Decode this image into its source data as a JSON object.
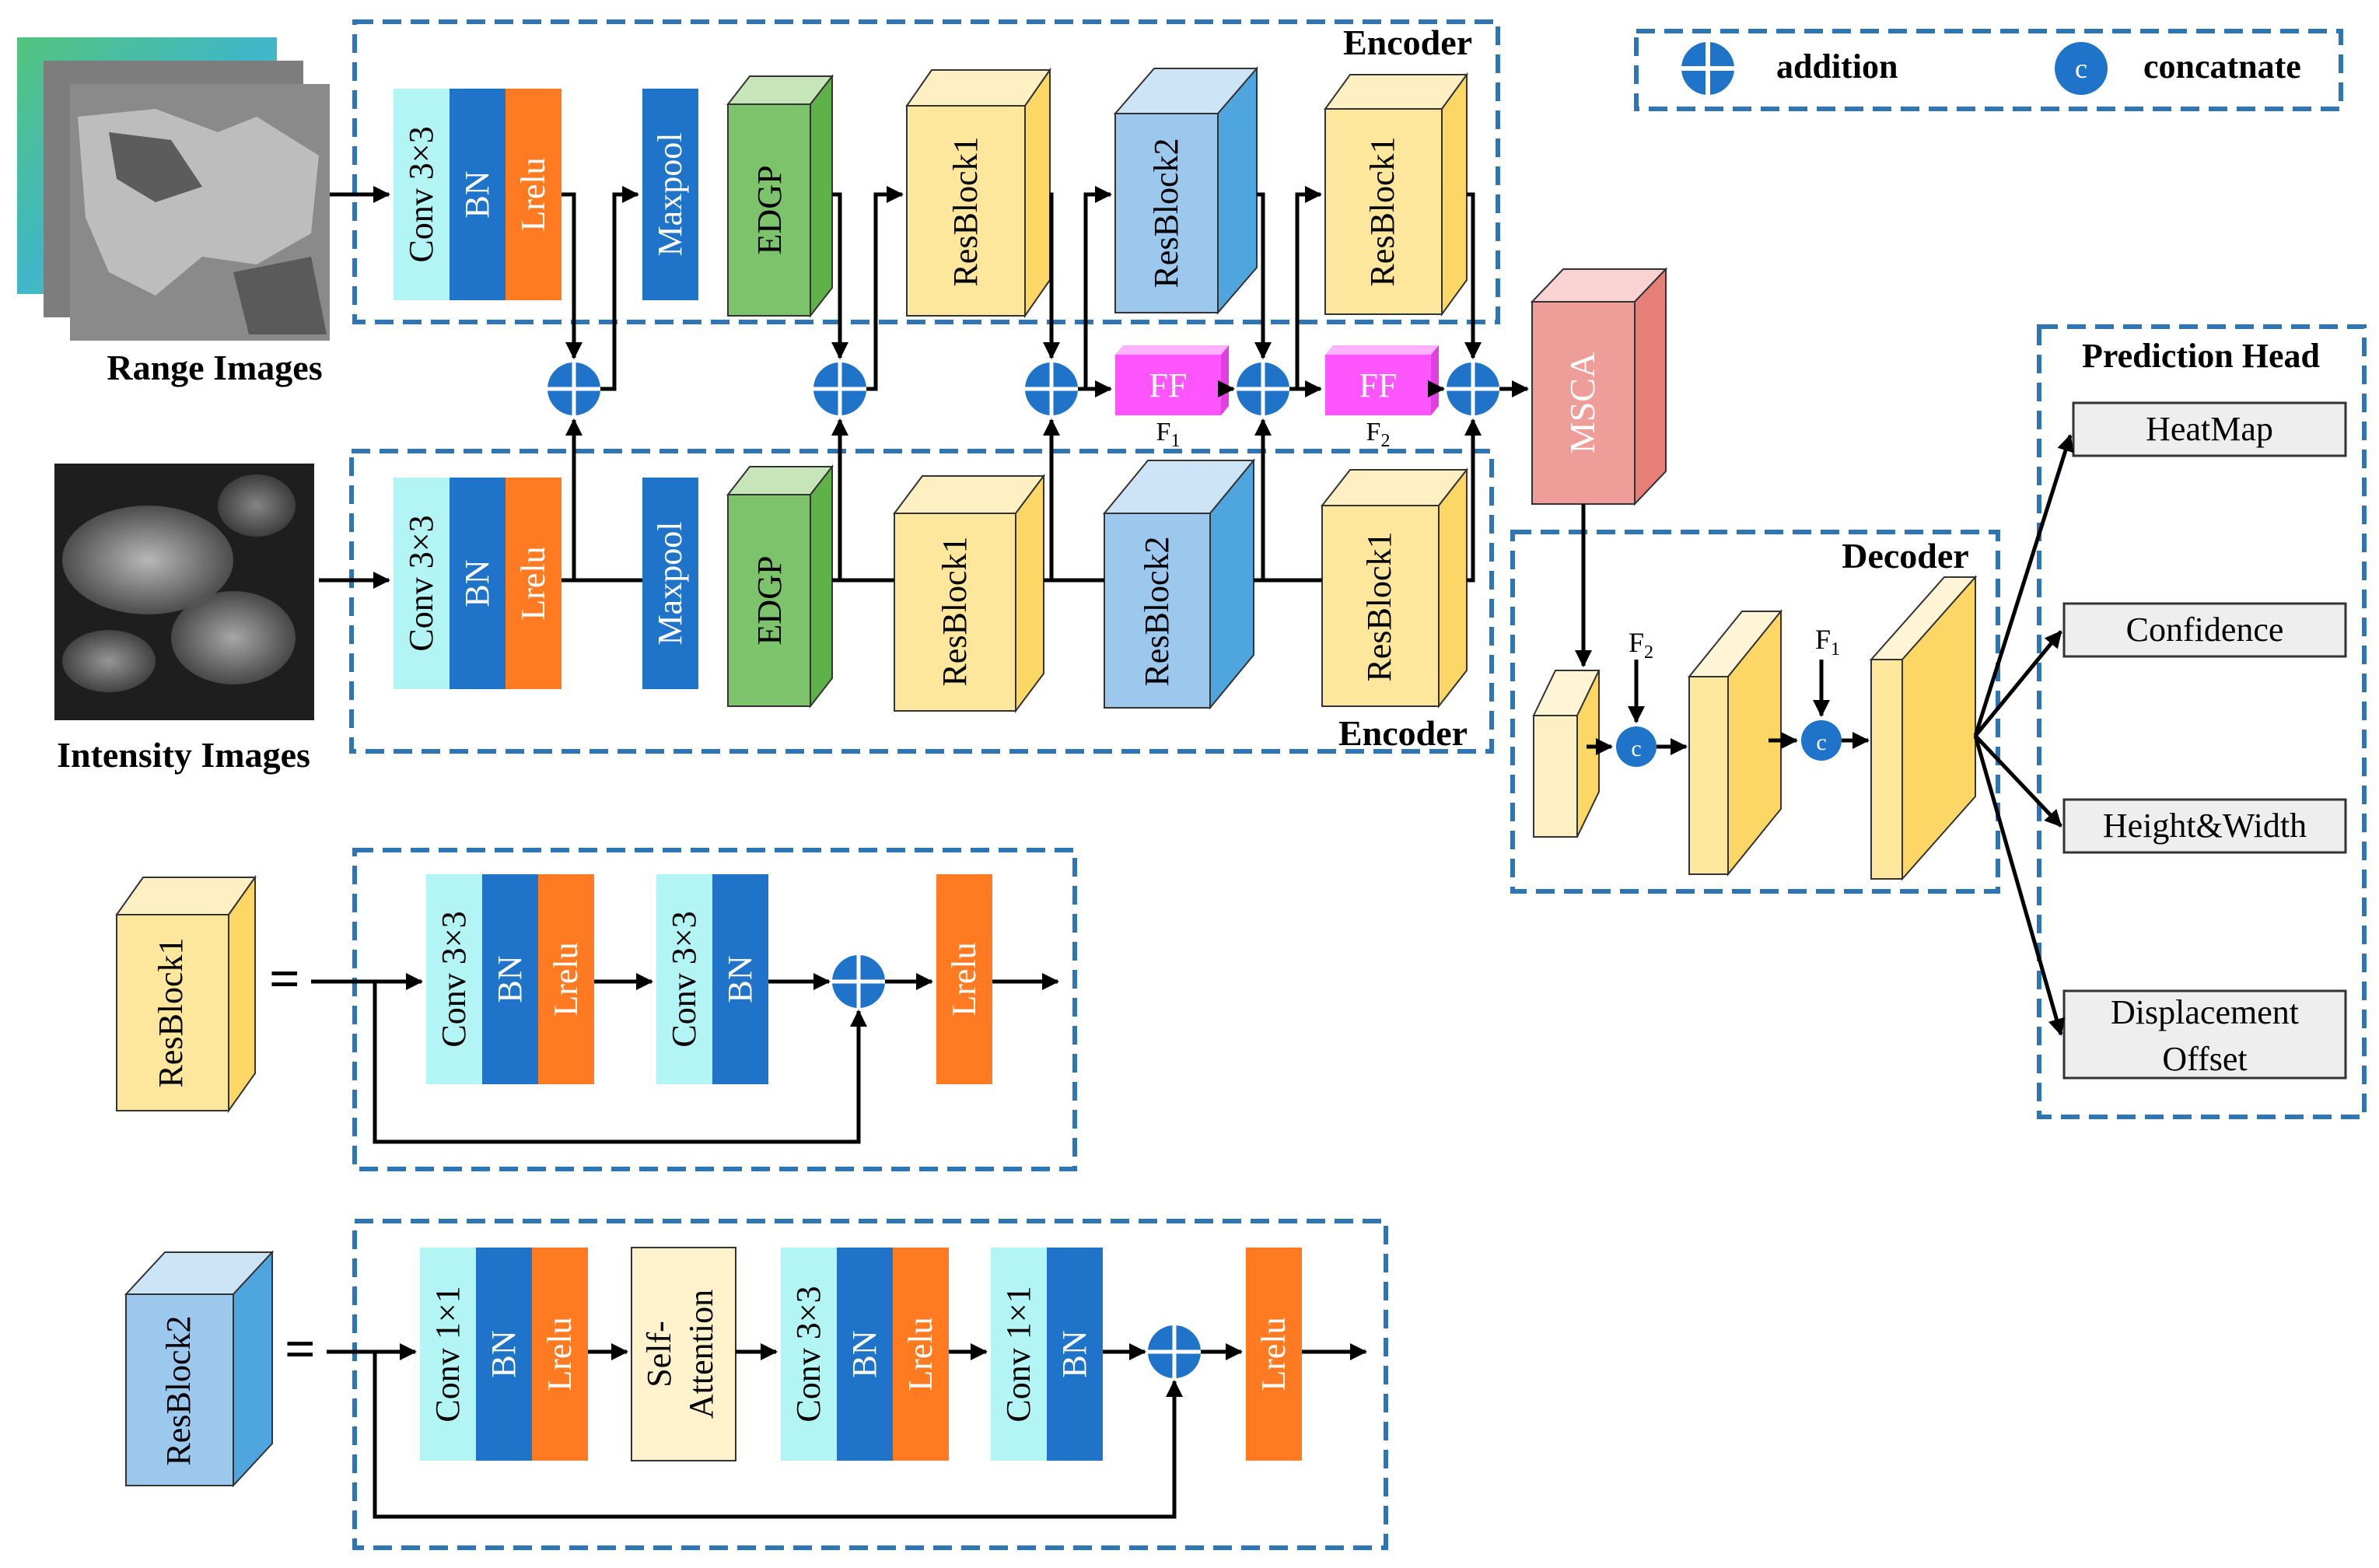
{
  "legend": {
    "addition": "addition",
    "concat_symbol": "c",
    "concat": "concatnate"
  },
  "inputs": {
    "range_label": "Range Images",
    "intensity_label": "Intensity Images"
  },
  "encoder_top": {
    "title": "Encoder",
    "conv": "Conv 3×3",
    "bn": "BN",
    "lrelu": "Lrelu",
    "maxpool": "Maxpool",
    "edgp": "EDGP",
    "res1a": "ResBlock1",
    "res2": "ResBlock2",
    "res1b": "ResBlock1"
  },
  "encoder_bottom": {
    "title": "Encoder",
    "conv": "Conv 3×3",
    "bn": "BN",
    "lrelu": "Lrelu",
    "maxpool": "Maxpool",
    "edgp": "EDGP",
    "res1a": "ResBlock1",
    "res2": "ResBlock2",
    "res1b": "ResBlock1"
  },
  "fusion": {
    "ff1": "FF",
    "ff1_sub": "F1",
    "ff2": "FF",
    "ff2_sub": "F2",
    "msca": "MSCA"
  },
  "decoder": {
    "title": "Decoder",
    "f2": "F2",
    "f1": "F1",
    "concat_symbol": "c"
  },
  "prediction_head": {
    "title": "Prediction Head",
    "outputs": [
      "HeatMap",
      "Confidence",
      "Height&Width",
      "Displacement",
      "Offset"
    ]
  },
  "resblock1_def": {
    "block": "ResBlock1",
    "equals": "=",
    "conv1": "Conv 3×3",
    "bn1": "BN",
    "lrelu1": "Lrelu",
    "conv2": "Conv 3×3",
    "bn2": "BN",
    "lrelu_out": "Lrelu"
  },
  "resblock2_def": {
    "block": "ResBlock2",
    "equals": "=",
    "conv1": "Conv 1×1",
    "bn1": "BN",
    "lrelu1": "Lrelu",
    "attn1": "Self-",
    "attn2": "Attention",
    "conv2": "Conv 3×3",
    "bn2": "BN",
    "lrelu2": "Lrelu",
    "conv3": "Conv 1×1",
    "bn3": "BN",
    "lrelu_out": "Lrelu"
  },
  "colors": {
    "dash": "#2E75B6",
    "conv": "#B3F5F5",
    "bn": "#1F73C8",
    "lrelu": "#FF7A21",
    "maxpool": "#1F73C8",
    "edgp": "#7DC36B",
    "res1": "#FDE79C",
    "res2": "#9CC8EE",
    "ff": "#FF55FF",
    "msca": "#EE9D98",
    "head_box": "#EEEEEE",
    "node": "#1F73C8"
  }
}
